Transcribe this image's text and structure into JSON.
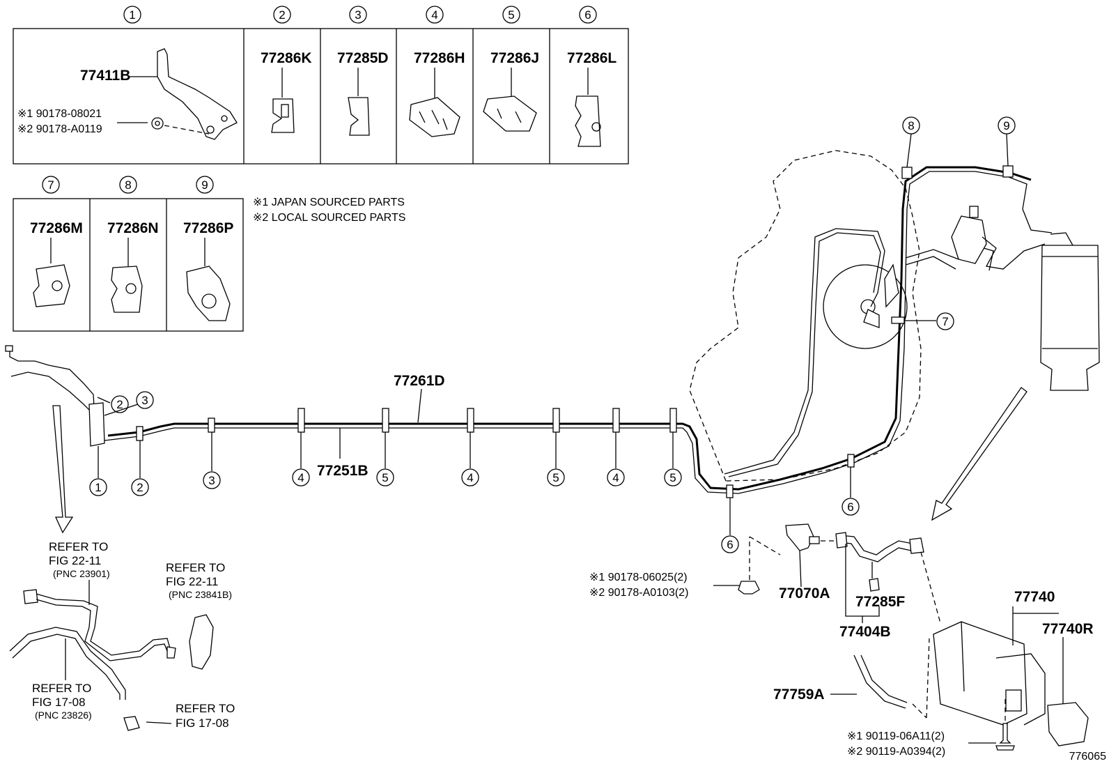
{
  "diagram_id": "776065",
  "legend": {
    "japan": "※1 JAPAN SOURCED PARTS",
    "local": "※2 LOCAL SOURCED PARTS"
  },
  "callouts": [
    "1",
    "2",
    "3",
    "4",
    "5",
    "6",
    "7",
    "8",
    "9"
  ],
  "clip_table": {
    "bracket": "77411B",
    "nut_japan": "※1 90178-08021",
    "nut_local": "※2 90178-A0119",
    "c2": "77286K",
    "c3": "77285D",
    "c4": "77286H",
    "c5": "77286J",
    "c6": "77286L",
    "c7": "77286M",
    "c8": "77286N",
    "c9": "77286P"
  },
  "parts": {
    "tube_upper": "77261D",
    "tube_lower": "77251B",
    "valve": "77070A",
    "clamp": "77285F",
    "hose_assy": "77404B",
    "canister": "77740",
    "canister_r": "77740R",
    "hose": "77759A"
  },
  "fasteners": {
    "nut_japan": "※1 90178-06025(2)",
    "nut_local": "※2 90178-A0103(2)",
    "bolt_japan": "※1 90119-06A11(2)",
    "bolt_local": "※2 90119-A0394(2)"
  },
  "refs": {
    "r1_a": "REFER TO",
    "r1_b": "FIG 22-11",
    "r1_c": "(PNC 23901)",
    "r2_a": "REFER TO",
    "r2_b": "FIG 22-11",
    "r2_c": "(PNC 23841B)",
    "r3_a": "REFER TO",
    "r3_b": "FIG 17-08",
    "r3_c": "(PNC 23826)",
    "r4_a": "REFER TO",
    "r4_b": "FIG 17-08"
  }
}
